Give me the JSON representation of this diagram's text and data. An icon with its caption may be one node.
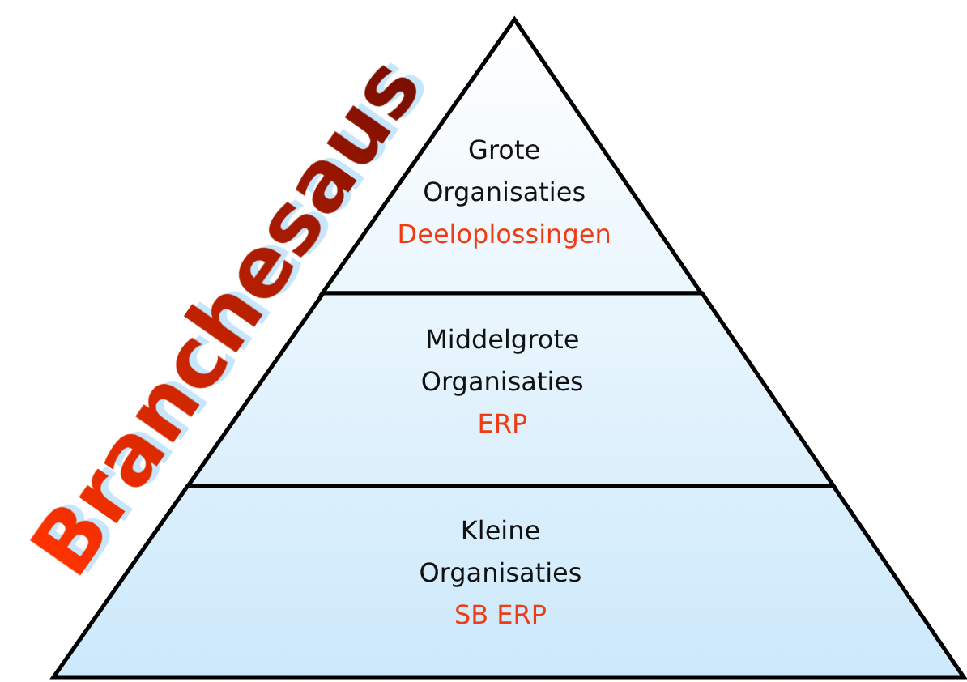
{
  "diagram": {
    "nodes": [
      {
        "text": [
          "Grote Organisaties",
          "Deeloplossingen"
        ]
      },
      {
        "text": [
          "Middelgrote Organisaties",
          "ERP"
        ]
      },
      {
        "text": [
          "Kleine Organisaties",
          "SB ERP"
        ]
      }
    ],
    "labels": [
      "Branchesaus"
    ]
  }
}
